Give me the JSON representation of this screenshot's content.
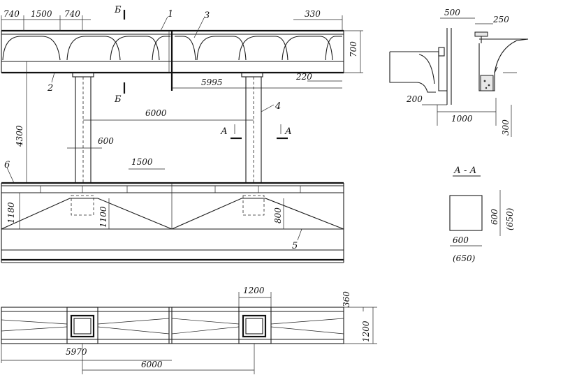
{
  "dims_top": {
    "d740a": "740",
    "d1500a": "1500",
    "d740b": "740",
    "d330": "330",
    "d700": "700",
    "d5995": "5995",
    "d220": "220",
    "d6000": "6000",
    "d4300": "4300",
    "d600": "600",
    "d1500b": "1500",
    "d1180": "1180",
    "d1100": "1100",
    "d800": "800"
  },
  "labels": {
    "n1": "1",
    "n2": "2",
    "n3": "3",
    "n4": "4",
    "n5": "5",
    "n6": "6",
    "sectB_top": "Б",
    "sectB_bot": "Б",
    "sectA_l": "А",
    "sectA_r": "А"
  },
  "detail": {
    "d500": "500",
    "d250": "250",
    "d200": "200",
    "d1000": "1000",
    "d300": "300"
  },
  "section_aa": {
    "title": "А - А",
    "w": "600",
    "w_alt": "(650)",
    "h": "600",
    "h_alt": "(650)"
  },
  "plan": {
    "d1200_top": "1200",
    "d360": "360",
    "d1200_side": "1200",
    "d5970": "5970",
    "d6000": "6000"
  }
}
